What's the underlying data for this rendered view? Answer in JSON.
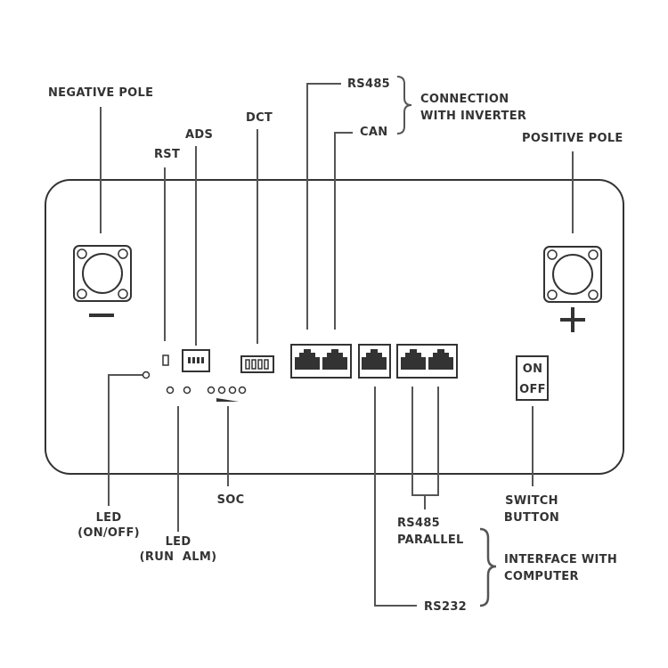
{
  "labels": {
    "negative_pole": "NEGATIVE POLE",
    "positive_pole": "POSITIVE POLE",
    "rst": "RST",
    "ads": "ADS",
    "dct": "DCT",
    "rs485_top": "RS485",
    "can": "CAN",
    "connection_line1": "CONNECTION",
    "connection_line2": "WITH INVERTER",
    "led_onoff_line1": "LED",
    "led_onoff_line2": "(ON/OFF)",
    "led_run_line1": "LED",
    "led_run_line2": "(RUN  ALM)",
    "soc": "SOC",
    "switch_line1": "SWITCH",
    "switch_line2": "BUTTON",
    "rs485_parallel_line1": "RS485",
    "rs485_parallel_line2": "PARALLEL",
    "interface_line1": "INTERFACE WITH",
    "interface_line2": "COMPUTER",
    "rs232": "RS232",
    "switch_on": "ON",
    "switch_off": "OFF"
  },
  "colors": {
    "stroke": "#333333",
    "leader": "#555555",
    "background": "#ffffff"
  }
}
